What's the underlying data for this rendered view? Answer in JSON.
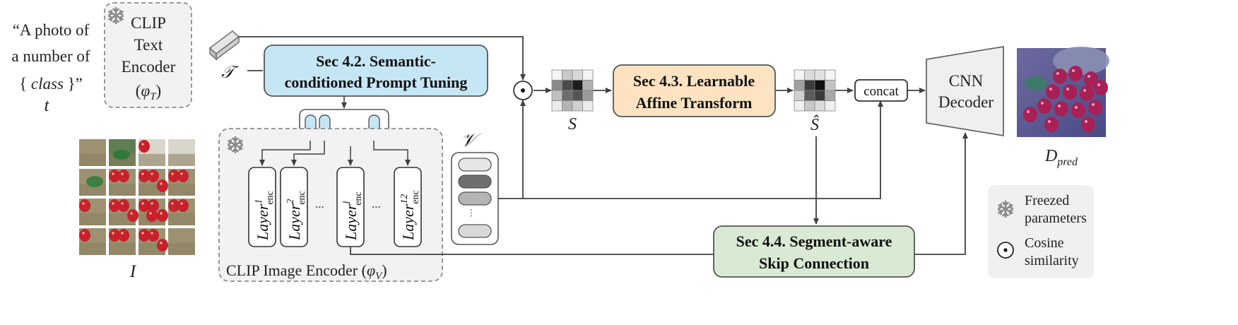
{
  "prompt": {
    "line1": "“A photo of",
    "line2": "a number of",
    "line3_open": "{ ",
    "line3_class": "class",
    "line3_close": " }”",
    "var": "t"
  },
  "text_encoder": {
    "line1": "CLIP",
    "line2": "Text",
    "line3": "Encoder",
    "phi": "φ",
    "sub": "T"
  },
  "text_token_label": "𝒯",
  "semantic_prompt": {
    "line1": "Sec 4.2. Semantic-",
    "line2": "conditioned Prompt Tuning"
  },
  "image_encoder": {
    "caption": "CLIP  Image Encoder (",
    "phi": "φ",
    "sub": "V",
    "close": ")",
    "layer_word": "Layer",
    "layer_sub": "enc",
    "layers": [
      "1",
      "2",
      "l",
      "12"
    ],
    "ellipsis": "..."
  },
  "image_var": "I",
  "visual_tokens_label": "𝒱",
  "dots": "…",
  "similarity_label": "S",
  "affine": {
    "line1": "Sec 4.3. Learnable",
    "line2": "Affine Transform"
  },
  "transformed_label": "Ŝ",
  "concat_label": "concat",
  "skip": {
    "line1": "Sec 4.4. Segment-aware",
    "line2": "Skip Connection"
  },
  "decoder": {
    "line1": "CNN",
    "line2": "Decoder"
  },
  "output": {
    "var": "D",
    "sub": "pred"
  },
  "legend": {
    "freeze1": "Freezed",
    "freeze2": "parameters",
    "cos1": "Cosine",
    "cos2": "similarity"
  },
  "colors": {
    "semantic_fill": "#c5e6f5",
    "affine_fill": "#fde3c2",
    "skip_fill": "#d9e9d3",
    "frozen_fill": "#f2f2f2",
    "decoder_fill": "#efefef"
  }
}
